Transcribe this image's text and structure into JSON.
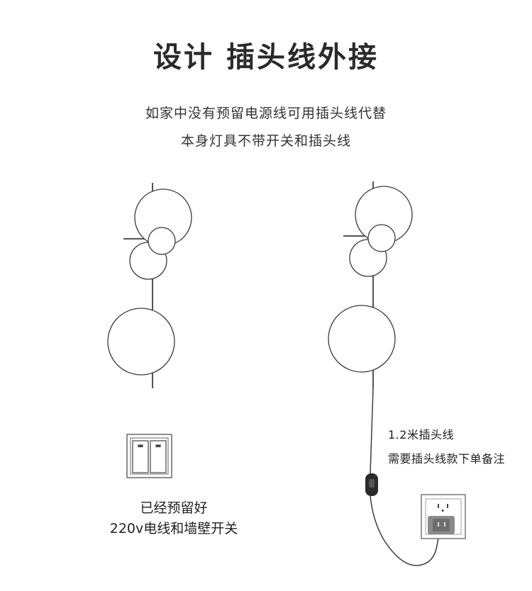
{
  "header": {
    "title": "设计 插头线外接",
    "subtitle_line1": "如家中没有预留电源线可用插头线代替",
    "subtitle_line2": "本身灯具不带开关和插头线"
  },
  "left_panel": {
    "caption_line1": "已经预留好",
    "caption_line2": "220v电线和墙壁开关"
  },
  "right_panel": {
    "cable_length_label": "1.2米插头线",
    "order_note": "需要插头线款下单备注"
  },
  "colors": {
    "line": "#555555",
    "globe_stroke": "#3a3a3a",
    "socket_gray": "#8a8a8a",
    "cord": "#333333"
  },
  "icons": [
    "wall-lamp-icon",
    "wall-switch-icon",
    "plug-switch-icon",
    "wall-socket-icon"
  ]
}
